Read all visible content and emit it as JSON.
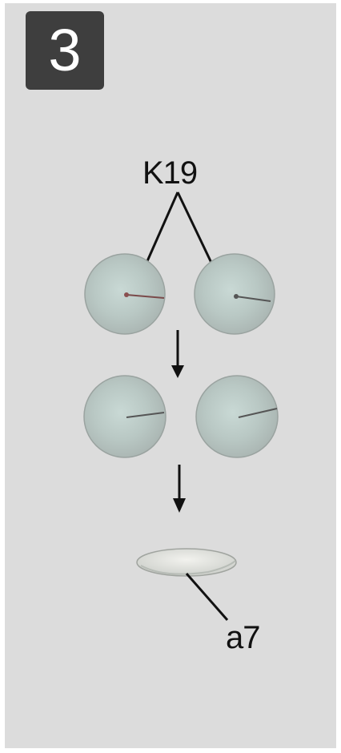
{
  "step_number": "3",
  "labels": {
    "top_part": "K19",
    "bottom_part": "a7"
  },
  "colors": {
    "background": "#dcdcdc",
    "badge": "#3e3e3e",
    "line": "#111111"
  }
}
